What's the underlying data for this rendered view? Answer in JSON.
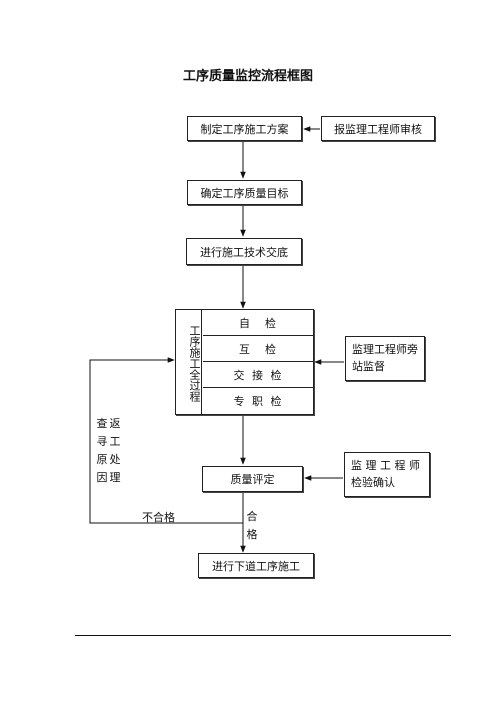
{
  "title": "工序质量监控流程框图",
  "steps": {
    "plan": "制定工序施工方案",
    "approve": "报监理工程师审核",
    "target": "确定工序质量目标",
    "briefing": "进行施工技术交底",
    "process_label": "工序施工全过程",
    "checks": [
      "自　检",
      "互　检",
      "交 接 检",
      "专 职 检"
    ],
    "supervise": "监理工程师旁站监督",
    "evaluate": "质量评定",
    "confirm": "监 理 工 程 师检验确认",
    "next": "进行下道工序施工"
  },
  "labels": {
    "fail": "不合格",
    "pass": "合格",
    "investigate_col1": "返工处理",
    "investigate_col2": "查寻原因"
  }
}
